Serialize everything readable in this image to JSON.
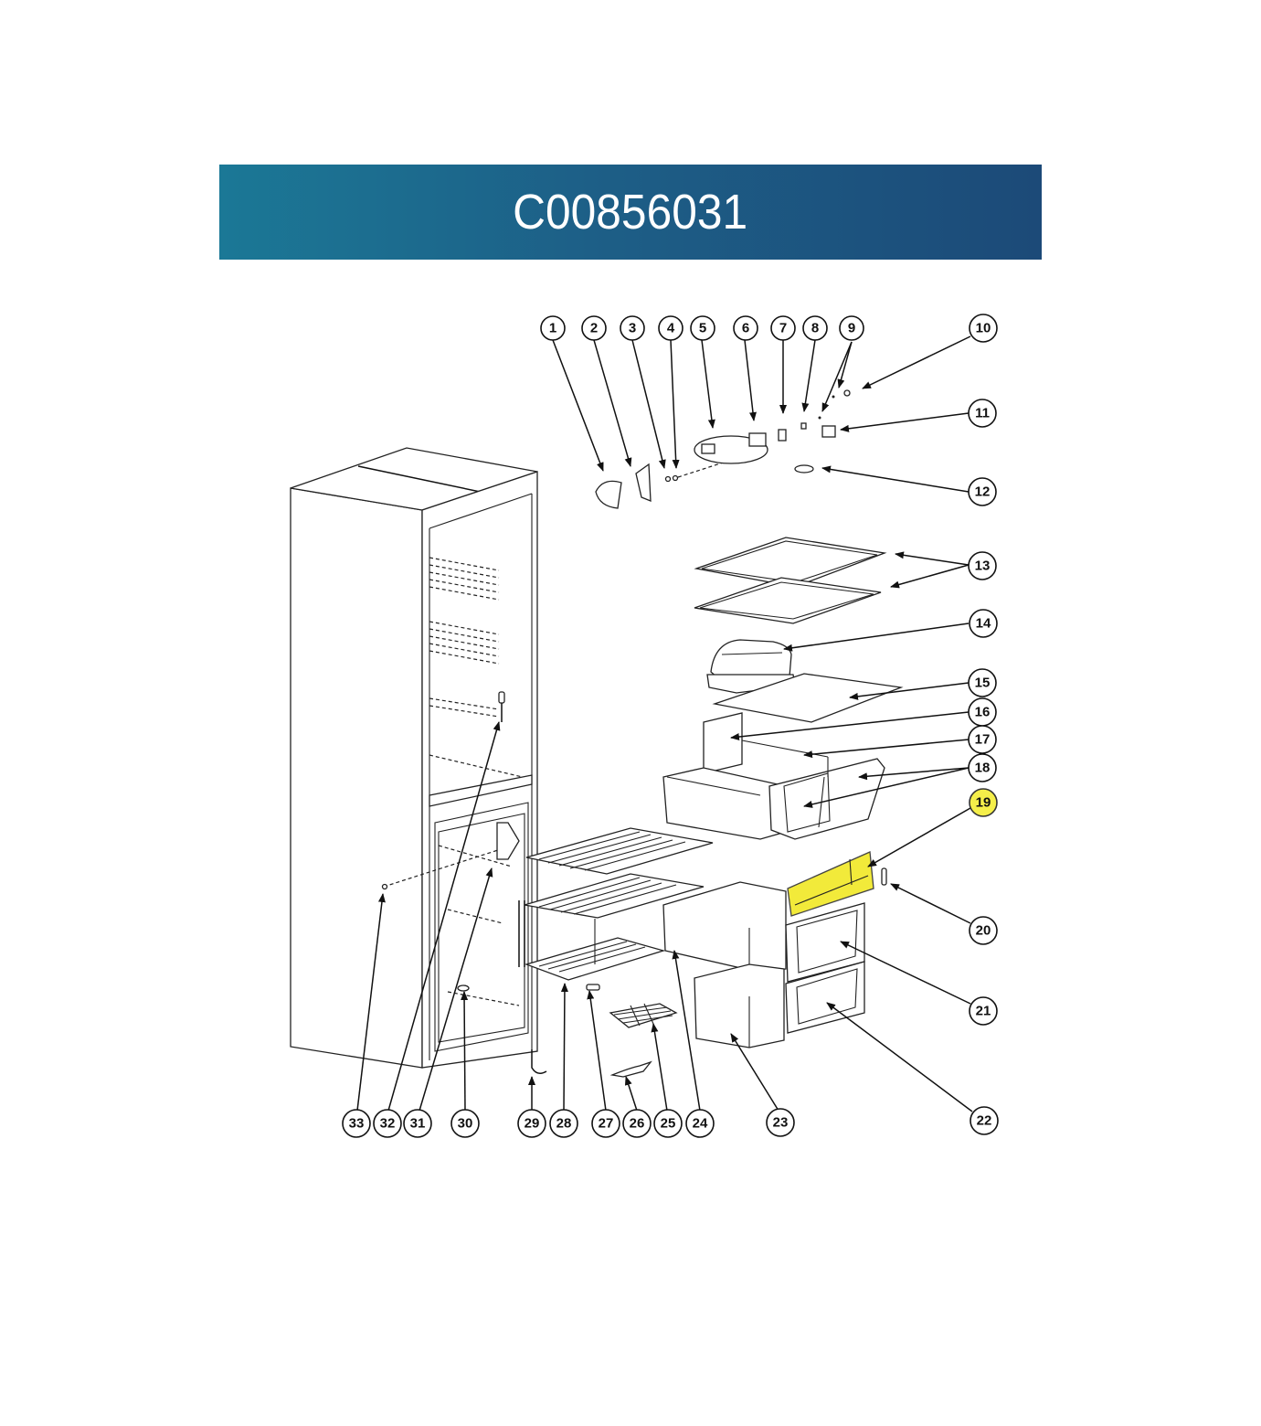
{
  "banner": {
    "title": "C00856031",
    "gradient_start": "#1b7896",
    "gradient_end": "#1c4a78"
  },
  "diagram": {
    "subject": "Refrigerator exploded parts view",
    "highlight_color": "#f5ef4a",
    "highlighted_part": "19",
    "callouts": [
      {
        "n": "1"
      },
      {
        "n": "2"
      },
      {
        "n": "3"
      },
      {
        "n": "4"
      },
      {
        "n": "5"
      },
      {
        "n": "6"
      },
      {
        "n": "7"
      },
      {
        "n": "8"
      },
      {
        "n": "9"
      },
      {
        "n": "10"
      },
      {
        "n": "11"
      },
      {
        "n": "12"
      },
      {
        "n": "13"
      },
      {
        "n": "14"
      },
      {
        "n": "15"
      },
      {
        "n": "16"
      },
      {
        "n": "17"
      },
      {
        "n": "18"
      },
      {
        "n": "19"
      },
      {
        "n": "20"
      },
      {
        "n": "21"
      },
      {
        "n": "22"
      },
      {
        "n": "23"
      },
      {
        "n": "24"
      },
      {
        "n": "25"
      },
      {
        "n": "26"
      },
      {
        "n": "27"
      },
      {
        "n": "28"
      },
      {
        "n": "29"
      },
      {
        "n": "30"
      },
      {
        "n": "31"
      },
      {
        "n": "32"
      },
      {
        "n": "33"
      }
    ]
  }
}
